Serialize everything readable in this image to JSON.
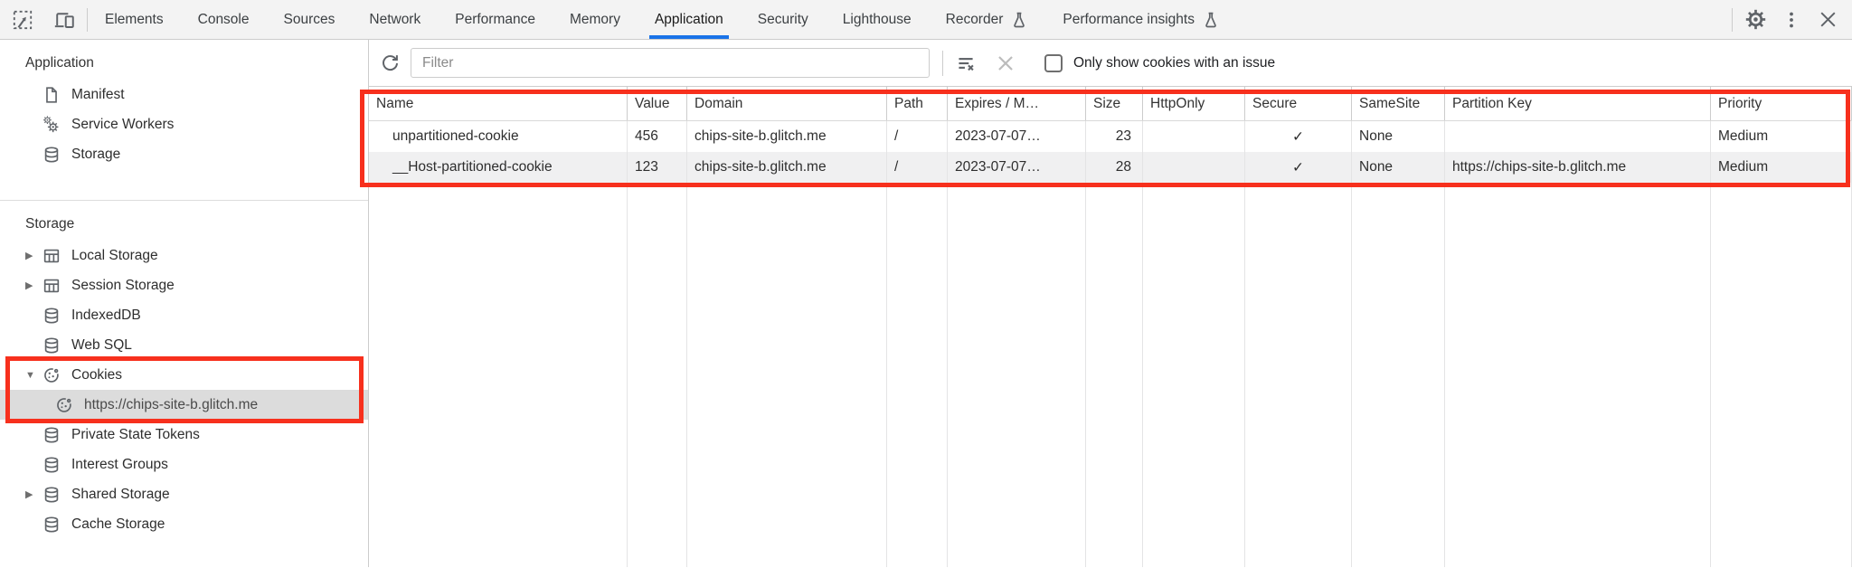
{
  "colors": {
    "accent_blue": "#1a73e8",
    "annotation_red": "#f7301d",
    "icon_gray": "#5f6368",
    "selected_item_bg": "#dcdcdc",
    "alt_row_bg": "#f0f0f1",
    "tabbar_bg": "#f3f3f3"
  },
  "tabbar": {
    "left_icons": [
      "inspect-cursor-icon",
      "device-toolbar-icon"
    ],
    "tabs": [
      {
        "label": "Elements"
      },
      {
        "label": "Console"
      },
      {
        "label": "Sources"
      },
      {
        "label": "Network"
      },
      {
        "label": "Performance"
      },
      {
        "label": "Memory"
      },
      {
        "label": "Application",
        "selected": true
      },
      {
        "label": "Security"
      },
      {
        "label": "Lighthouse"
      },
      {
        "label": "Recorder",
        "flask": true
      },
      {
        "label": "Performance insights",
        "flask": true
      }
    ],
    "right_icons": [
      "settings-gear-icon",
      "kebab-menu-icon",
      "close-icon"
    ]
  },
  "sidebar": {
    "sections": [
      {
        "title": "Application",
        "items": [
          {
            "label": "Manifest",
            "icon": "manifest-file-icon"
          },
          {
            "label": "Service Workers",
            "icon": "service-workers-gears-icon"
          },
          {
            "label": "Storage",
            "icon": "database-icon"
          }
        ]
      },
      {
        "title": "Storage",
        "items": [
          {
            "label": "Local Storage",
            "icon": "table-grid-icon",
            "arrow": "▶"
          },
          {
            "label": "Session Storage",
            "icon": "table-grid-icon",
            "arrow": "▶"
          },
          {
            "label": "IndexedDB",
            "icon": "database-icon"
          },
          {
            "label": "Web SQL",
            "icon": "database-icon"
          },
          {
            "label": "Cookies",
            "icon": "cookie-icon",
            "arrow": "▼",
            "annotated": true
          },
          {
            "label": "https://chips-site-b.glitch.me",
            "icon": "cookie-icon",
            "child": true,
            "selected": true,
            "annotated": true
          },
          {
            "label": "Private State Tokens",
            "icon": "database-icon"
          },
          {
            "label": "Interest Groups",
            "icon": "database-icon"
          },
          {
            "label": "Shared Storage",
            "icon": "database-icon",
            "arrow": "▶"
          },
          {
            "label": "Cache Storage",
            "icon": "database-icon"
          }
        ]
      }
    ]
  },
  "cookies_toolbar": {
    "refresh_icon": "refresh-icon",
    "filter_placeholder": "Filter",
    "filter_value": "",
    "clear_filter_icon": "clear-filter-icon",
    "clear_icon": "clear-x-icon",
    "checkbox_checked": false,
    "only_issue_label": "Only show cookies with an issue"
  },
  "cookie_table": {
    "columns": [
      "Name",
      "Value",
      "Domain",
      "Path",
      "Expires / M…",
      "Size",
      "HttpOnly",
      "Secure",
      "SameSite",
      "Partition Key",
      "Priority"
    ],
    "rows": [
      {
        "name": "unpartitioned-cookie",
        "value": "456",
        "domain": "chips-site-b.glitch.me",
        "path": "/",
        "expires": "2023-07-07…",
        "size": "23",
        "http_only": "",
        "secure": "✓",
        "same_site": "None",
        "partition_key": "",
        "priority": "Medium"
      },
      {
        "name": "__Host-partitioned-cookie",
        "value": "123",
        "domain": "chips-site-b.glitch.me",
        "path": "/",
        "expires": "2023-07-07…",
        "size": "28",
        "http_only": "",
        "secure": "✓",
        "same_site": "None",
        "partition_key": "https://chips-site-b.glitch.me",
        "priority": "Medium"
      }
    ]
  }
}
